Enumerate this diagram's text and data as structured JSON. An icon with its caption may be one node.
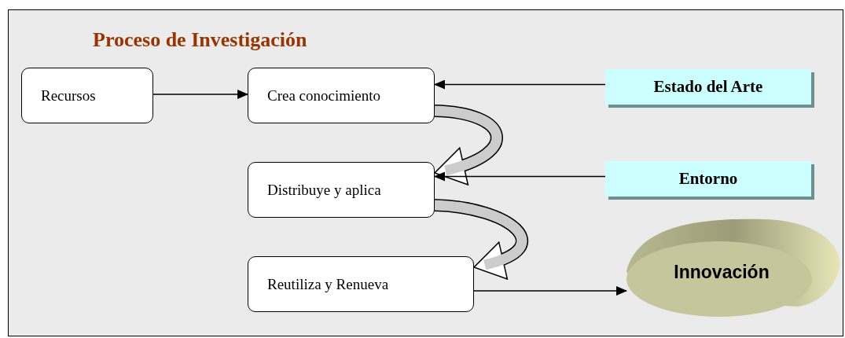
{
  "diagram": {
    "title": "Proceso de Investigación",
    "nodes": [
      {
        "text": [
          "Recursos"
        ]
      },
      {
        "text": [
          "Crea conocimiento"
        ]
      },
      {
        "text": [
          "Estado del Arte"
        ]
      },
      {
        "text": [
          "Distribuye y aplica"
        ]
      },
      {
        "text": [
          "Entorno"
        ]
      },
      {
        "text": [
          "Reutiliza y Renueva"
        ]
      },
      {
        "text": [
          "Innovación"
        ]
      }
    ],
    "edges": [
      {
        "from": 0,
        "to": 1,
        "arrow": "to"
      },
      {
        "from": 2,
        "to": 1,
        "arrow": "to"
      },
      {
        "from": 1,
        "to": 3,
        "arrow": "to",
        "style": "thick"
      },
      {
        "from": 4,
        "to": 3,
        "arrow": "to"
      },
      {
        "from": 3,
        "to": 5,
        "arrow": "to",
        "style": "thick"
      },
      {
        "from": 5,
        "to": 6,
        "arrow": "to"
      }
    ]
  }
}
